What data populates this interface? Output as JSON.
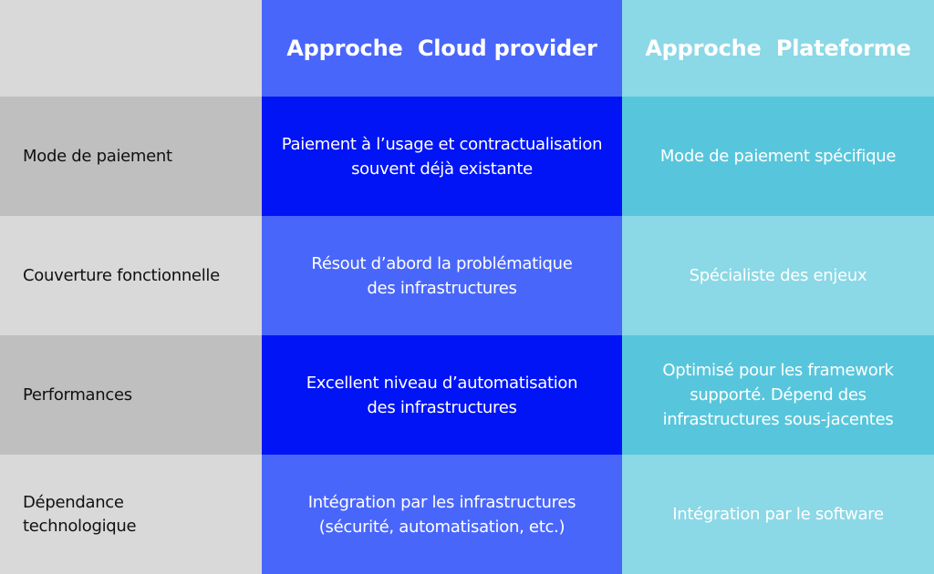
{
  "header": {
    "col1": "Approche  Cloud provider",
    "col2": "Approche  Plateforme"
  },
  "rows": [
    {
      "label": "Mode de paiement",
      "cloud": "Paiement à l’usage et contractualisation\nsouvent déjà existante",
      "plateforme": "Mode de paiement spécifique"
    },
    {
      "label": "Couverture fonctionnelle",
      "cloud": "Résout d’abord la problématique\ndes infrastructures",
      "plateforme": "Spécialiste des enjeux"
    },
    {
      "label": "Performances",
      "cloud": "Excellent niveau d’automatisation\ndes infrastructures",
      "plateforme": "Optimisé pour les framework\nsupporté. Dépend des\ninfrastructures sous-jacentes"
    },
    {
      "label": "Dépendance\ntechnologique",
      "cloud": "Intégration par les infrastructures\n(sécurité, automatisation, etc.)",
      "plateforme": "Intégration par le software"
    }
  ],
  "colors": {
    "criteria_header": "#d9d9d9",
    "criteria_dark": "#bfbfbf",
    "criteria_light": "#d9d9d9",
    "cloud_header": "#4966fb",
    "cloud_dark": "#0014f5",
    "cloud_light": "#4966fb",
    "plateforme_header": "#8bd8e6",
    "plateforme_dark": "#57c6dc",
    "plateforme_light": "#8bd8e6"
  }
}
